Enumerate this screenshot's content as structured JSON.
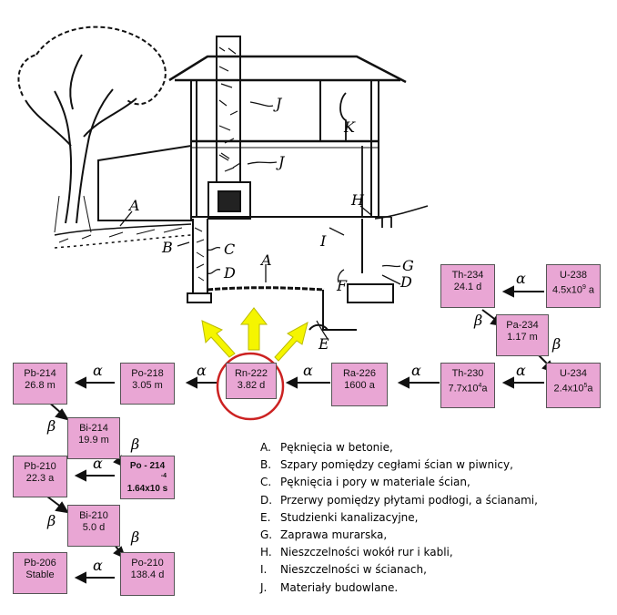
{
  "house_labels": [
    "A",
    "B",
    "C",
    "D",
    "A",
    "E",
    "F",
    "G",
    "D",
    "H",
    "I",
    "J",
    "J",
    "K"
  ],
  "decay_labels": {
    "alpha": "α",
    "beta": "β"
  },
  "isotopes": {
    "th234": {
      "name": "Th-234",
      "half": "24.1 d"
    },
    "u238": {
      "name": "U-238",
      "half_base": "4.5x10",
      "half_exp": "9",
      "half_unit": " a"
    },
    "pa234": {
      "name": "Pa-234",
      "half": "1.17 m"
    },
    "u234": {
      "name": "U-234",
      "half_base": "2.4x10",
      "half_exp": "5",
      "half_unit": "a"
    },
    "th230": {
      "name": "Th-230",
      "half_base": "7.7x10",
      "half_exp": "4",
      "half_unit": "a"
    },
    "ra226": {
      "name": "Ra-226",
      "half": "1600 a"
    },
    "rn222": {
      "name": "Rn-222",
      "half": "3.82 d"
    },
    "po218": {
      "name": "Po-218",
      "half": "3.05 m"
    },
    "pb214": {
      "name": "Pb-214",
      "half": "26.8 m"
    },
    "bi214": {
      "name": "Bi-214",
      "half": "19.9 m"
    },
    "po214": {
      "name": "Po - 214",
      "half_exp": "-4",
      "half": "1.64x10 s"
    },
    "pb210": {
      "name": "Pb-210",
      "half": "22.3 a"
    },
    "bi210": {
      "name": "Bi-210",
      "half": "5.0 d"
    },
    "po210": {
      "name": "Po-210",
      "half": "138.4 d"
    },
    "pb206": {
      "name": "Pb-206",
      "half": "Stable"
    }
  },
  "legend": [
    {
      "key": "A.",
      "text": "Pęknięcia w betonie,"
    },
    {
      "key": "B.",
      "text": "Szpary  pomiędzy cegłami ścian w piwnicy,"
    },
    {
      "key": "C.",
      "text": "Pęknięcia i pory w materiale ścian,"
    },
    {
      "key": "D.",
      "text": "Przerwy pomiędzy płytami podłogi, a ścianami,"
    },
    {
      "key": "E.",
      "text": "Studzienki kanalizacyjne,"
    },
    {
      "key": "G.",
      "text": "Zaprawa murarska,"
    },
    {
      "key": "H.",
      "text": "Nieszczelności wokół rur i kabli,"
    },
    {
      "key": "I.",
      "text": "Nieszczelności w ścianach,"
    },
    {
      "key": "J.",
      "text": "Materiały budowlane."
    }
  ],
  "colors": {
    "box_fill": "#e9a6d4",
    "radon_circle": "#cc2222",
    "rays": "#f5f500"
  }
}
